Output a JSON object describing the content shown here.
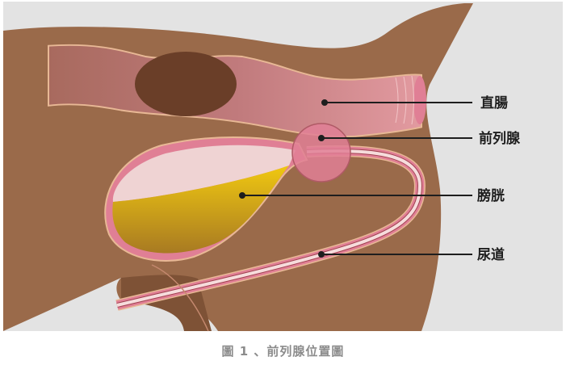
{
  "figure": {
    "labels": {
      "rectum": "直腸",
      "prostate": "前列腺",
      "bladder": "膀胱",
      "urethra": "尿道"
    },
    "caption": "圖 1 、前列腺位置圖"
  },
  "colors": {
    "background": "#e3e3e3",
    "body": "#9a6a4a",
    "rectum": "#c98286",
    "lumen": "#6a3e28",
    "tissue_pink": "#e07f95",
    "urine": "#d6a916",
    "bladder_empty": "#efd3d3"
  }
}
